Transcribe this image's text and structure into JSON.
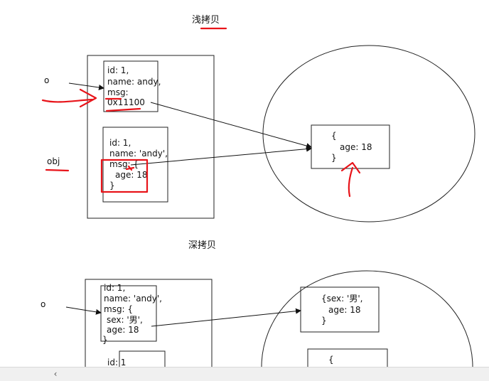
{
  "shallow": {
    "title": "浅拷贝",
    "var_o": "o",
    "var_obj": "obj",
    "o_box": [
      "id: 1,",
      "name: andy,",
      "msg:",
      "0x11100"
    ],
    "obj_box": [
      "id: 1,",
      "name: 'andy',",
      "msg: {",
      "age: 18",
      "}"
    ],
    "heap_obj": [
      "{",
      "age: 18",
      "}"
    ]
  },
  "deep": {
    "title": "深拷贝",
    "var_o": "o",
    "o_box": [
      "id: 1,",
      "name: 'andy',",
      "msg: {",
      "sex: '男',",
      "age: 18",
      "}"
    ],
    "heap_obj": [
      "{sex: '男',",
      "age: 18",
      "}"
    ],
    "second_box": [
      "id: 1"
    ],
    "second_heap": [
      "{"
    ]
  },
  "ui": {
    "scroll_left_glyph": "‹"
  },
  "colors": {
    "ink": "#111111",
    "annotation": "#e8141a",
    "scrollbar": "#f0f0f0"
  }
}
